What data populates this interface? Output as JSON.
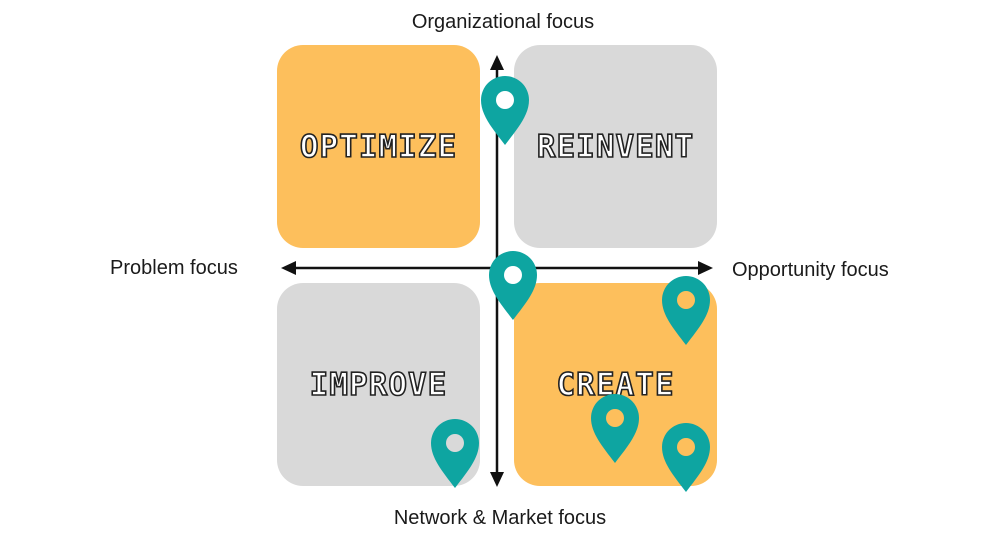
{
  "axes": {
    "top": "Organizational focus",
    "bottom": "Network & Market focus",
    "left": "Problem focus",
    "right": "Opportunity focus"
  },
  "quadrants": {
    "top_left": {
      "label": "OPTIMIZE",
      "color": "#fdbf5c"
    },
    "top_right": {
      "label": "REINVENT",
      "color": "#d9d9d9"
    },
    "bottom_left": {
      "label": "IMPROVE",
      "color": "#d9d9d9"
    },
    "bottom_right": {
      "label": "CREATE",
      "color": "#fdbf5c"
    }
  },
  "colors": {
    "pin": "#0ea5a1",
    "axis": "#111111"
  },
  "icons": [
    "map-pin-icon"
  ]
}
